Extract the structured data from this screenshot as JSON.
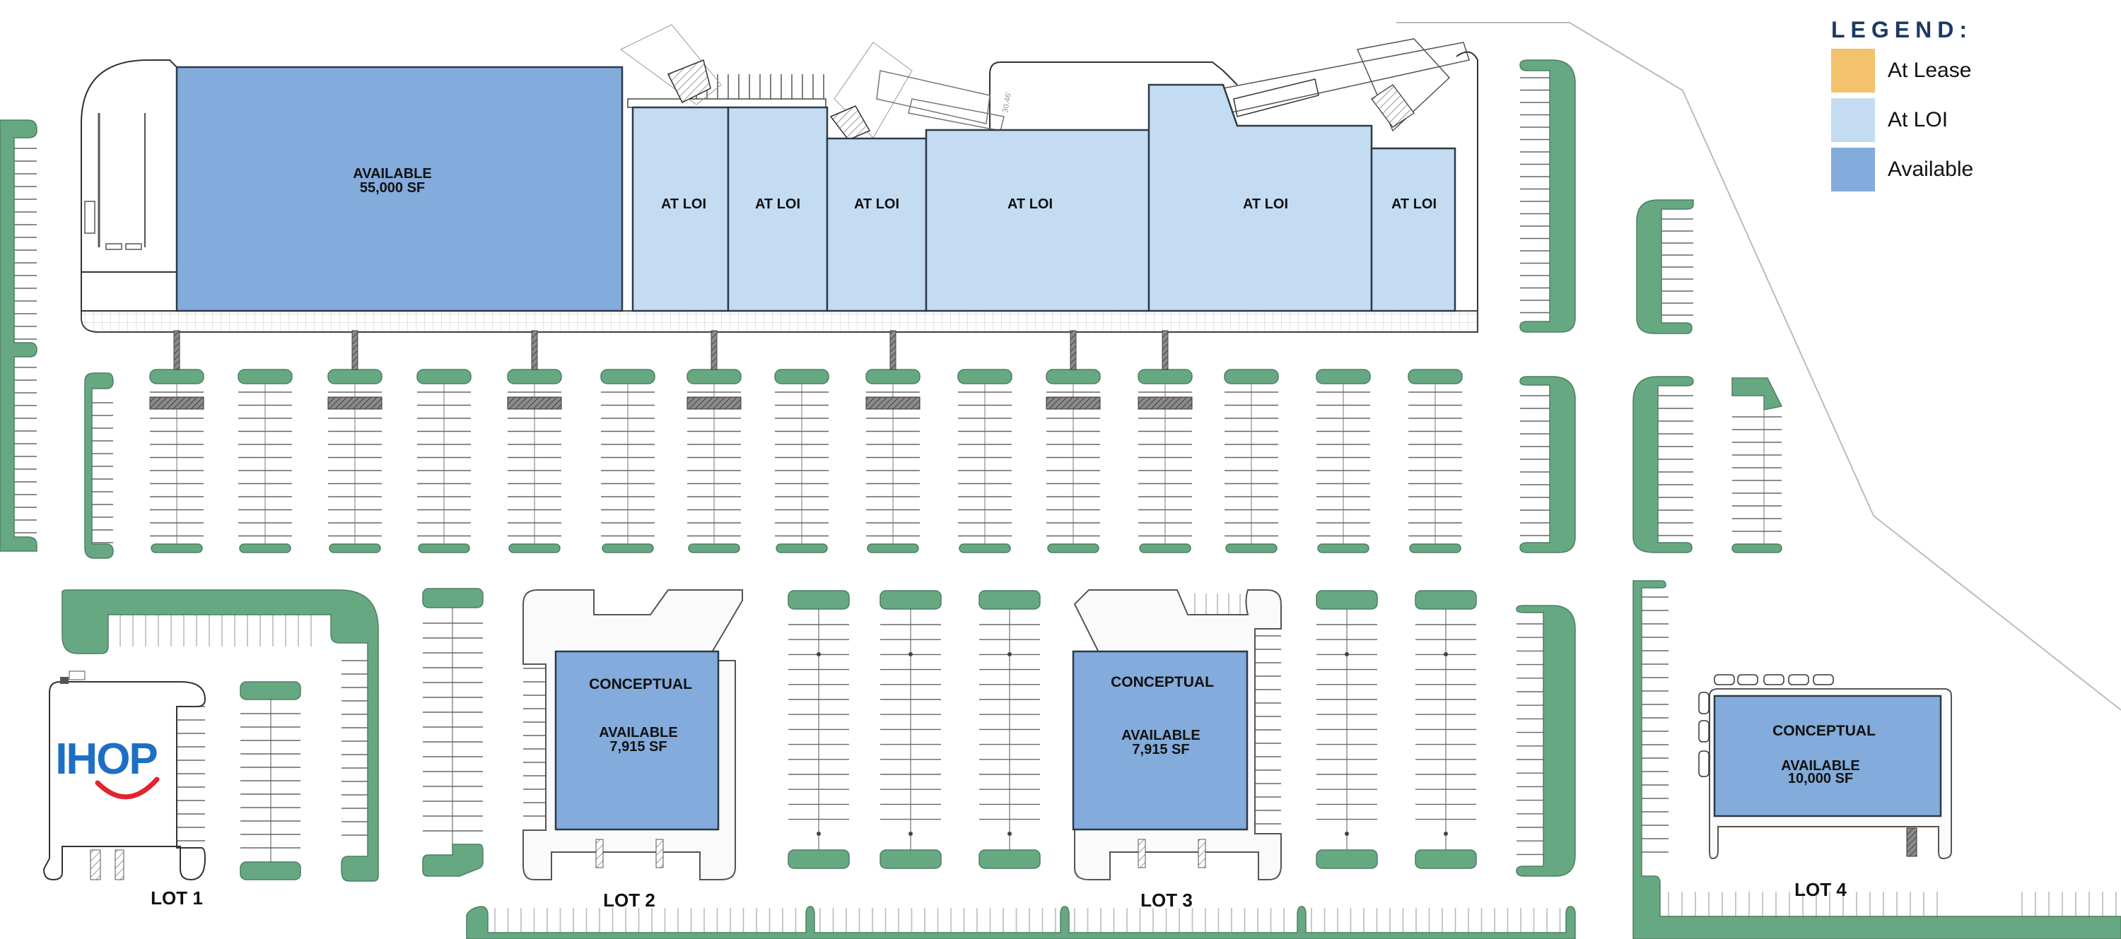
{
  "legend": {
    "title": "LEGEND:",
    "items": [
      {
        "label": "At Lease",
        "color": "#f2c26d"
      },
      {
        "label": "At LOI",
        "color": "#c3dcf2"
      },
      {
        "label": "Available",
        "color": "#83abdb"
      }
    ]
  },
  "colors": {
    "available": "#83abdb",
    "at_loi": "#c3dcf2",
    "at_lease": "#f2c26d",
    "landscape": "#66a882",
    "legend_title": "#1b3a63"
  },
  "main_building": {
    "anchor_unit": {
      "status": "AVAILABLE",
      "size": "55,000 SF"
    },
    "units": [
      {
        "label": "AT LOI"
      },
      {
        "label": "AT LOI"
      },
      {
        "label": "AT LOI"
      },
      {
        "label": "AT LOI"
      },
      {
        "label": "AT LOI"
      },
      {
        "label": "AT LOI"
      }
    ]
  },
  "lots": [
    {
      "name": "LOT 1",
      "tenant": "IHOP",
      "tenant_logo": "ihop-logo"
    },
    {
      "name": "LOT 2",
      "note": "CONCEPTUAL",
      "status": "AVAILABLE",
      "size": "7,915 SF"
    },
    {
      "name": "LOT 3",
      "note": "CONCEPTUAL",
      "status": "AVAILABLE",
      "size": "7,915 SF"
    },
    {
      "name": "LOT 4",
      "note": "CONCEPTUAL",
      "status": "AVAILABLE",
      "size": "10,000 SF"
    }
  ],
  "dimension_note": "30.46'"
}
